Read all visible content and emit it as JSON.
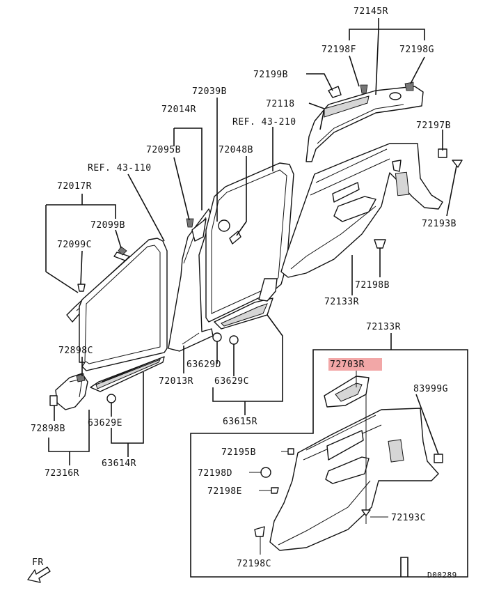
{
  "diagram_id": "D00289",
  "direction_label": "FR",
  "highlighted_part": "72703R",
  "labels": {
    "p72145R": "72145R",
    "p72198F": "72198F",
    "p72198G": "72198G",
    "p72199B": "72199B",
    "p72039B": "72039B",
    "p72118": "72118",
    "p72014R": "72014R",
    "ref43_210": "REF. 43-210",
    "p72197B": "72197B",
    "p72095B": "72095B",
    "p72048B": "72048B",
    "ref43_110": "REF. 43-110",
    "p72017R": "72017R",
    "p72099B": "72099B",
    "p72099C": "72099C",
    "p72193B": "72193B",
    "p72198B": "72198B",
    "p72133R_top": "72133R",
    "p72133R_mid": "72133R",
    "p72898C": "72898C",
    "p63629D": "63629D",
    "p72013R": "72013R",
    "p63629C": "63629C",
    "p72703R": "72703R",
    "p83999G": "83999G",
    "p63615R": "63615R",
    "p72898B": "72898B",
    "p63629E": "63629E",
    "p72195B": "72195B",
    "p72198D": "72198D",
    "p72316R": "72316R",
    "p63614R": "63614R",
    "p72198E": "72198E",
    "p72193C": "72193C",
    "p72198C": "72198C"
  }
}
